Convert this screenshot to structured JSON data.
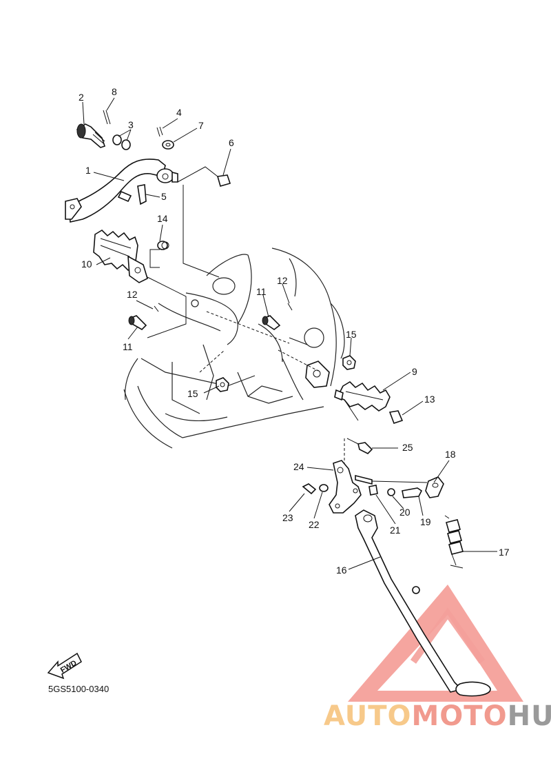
{
  "diagram_code": "5GS5100-0340",
  "fwd_label": "FWD",
  "watermark": {
    "text_segments": [
      "AUTO",
      "MOTO",
      "HUB"
    ],
    "colors": {
      "triangle": "#f4a09a",
      "auto": "#f7c98a",
      "moto": "#f19a8e",
      "hub": "#9a9a9a"
    }
  },
  "callouts": [
    "1",
    "2",
    "3",
    "4",
    "5",
    "6",
    "7",
    "8",
    "9",
    "10",
    "11",
    "11",
    "12",
    "12",
    "13",
    "14",
    "15",
    "15",
    "16",
    "17",
    "18",
    "19",
    "20",
    "21",
    "22",
    "23",
    "24",
    "25"
  ]
}
